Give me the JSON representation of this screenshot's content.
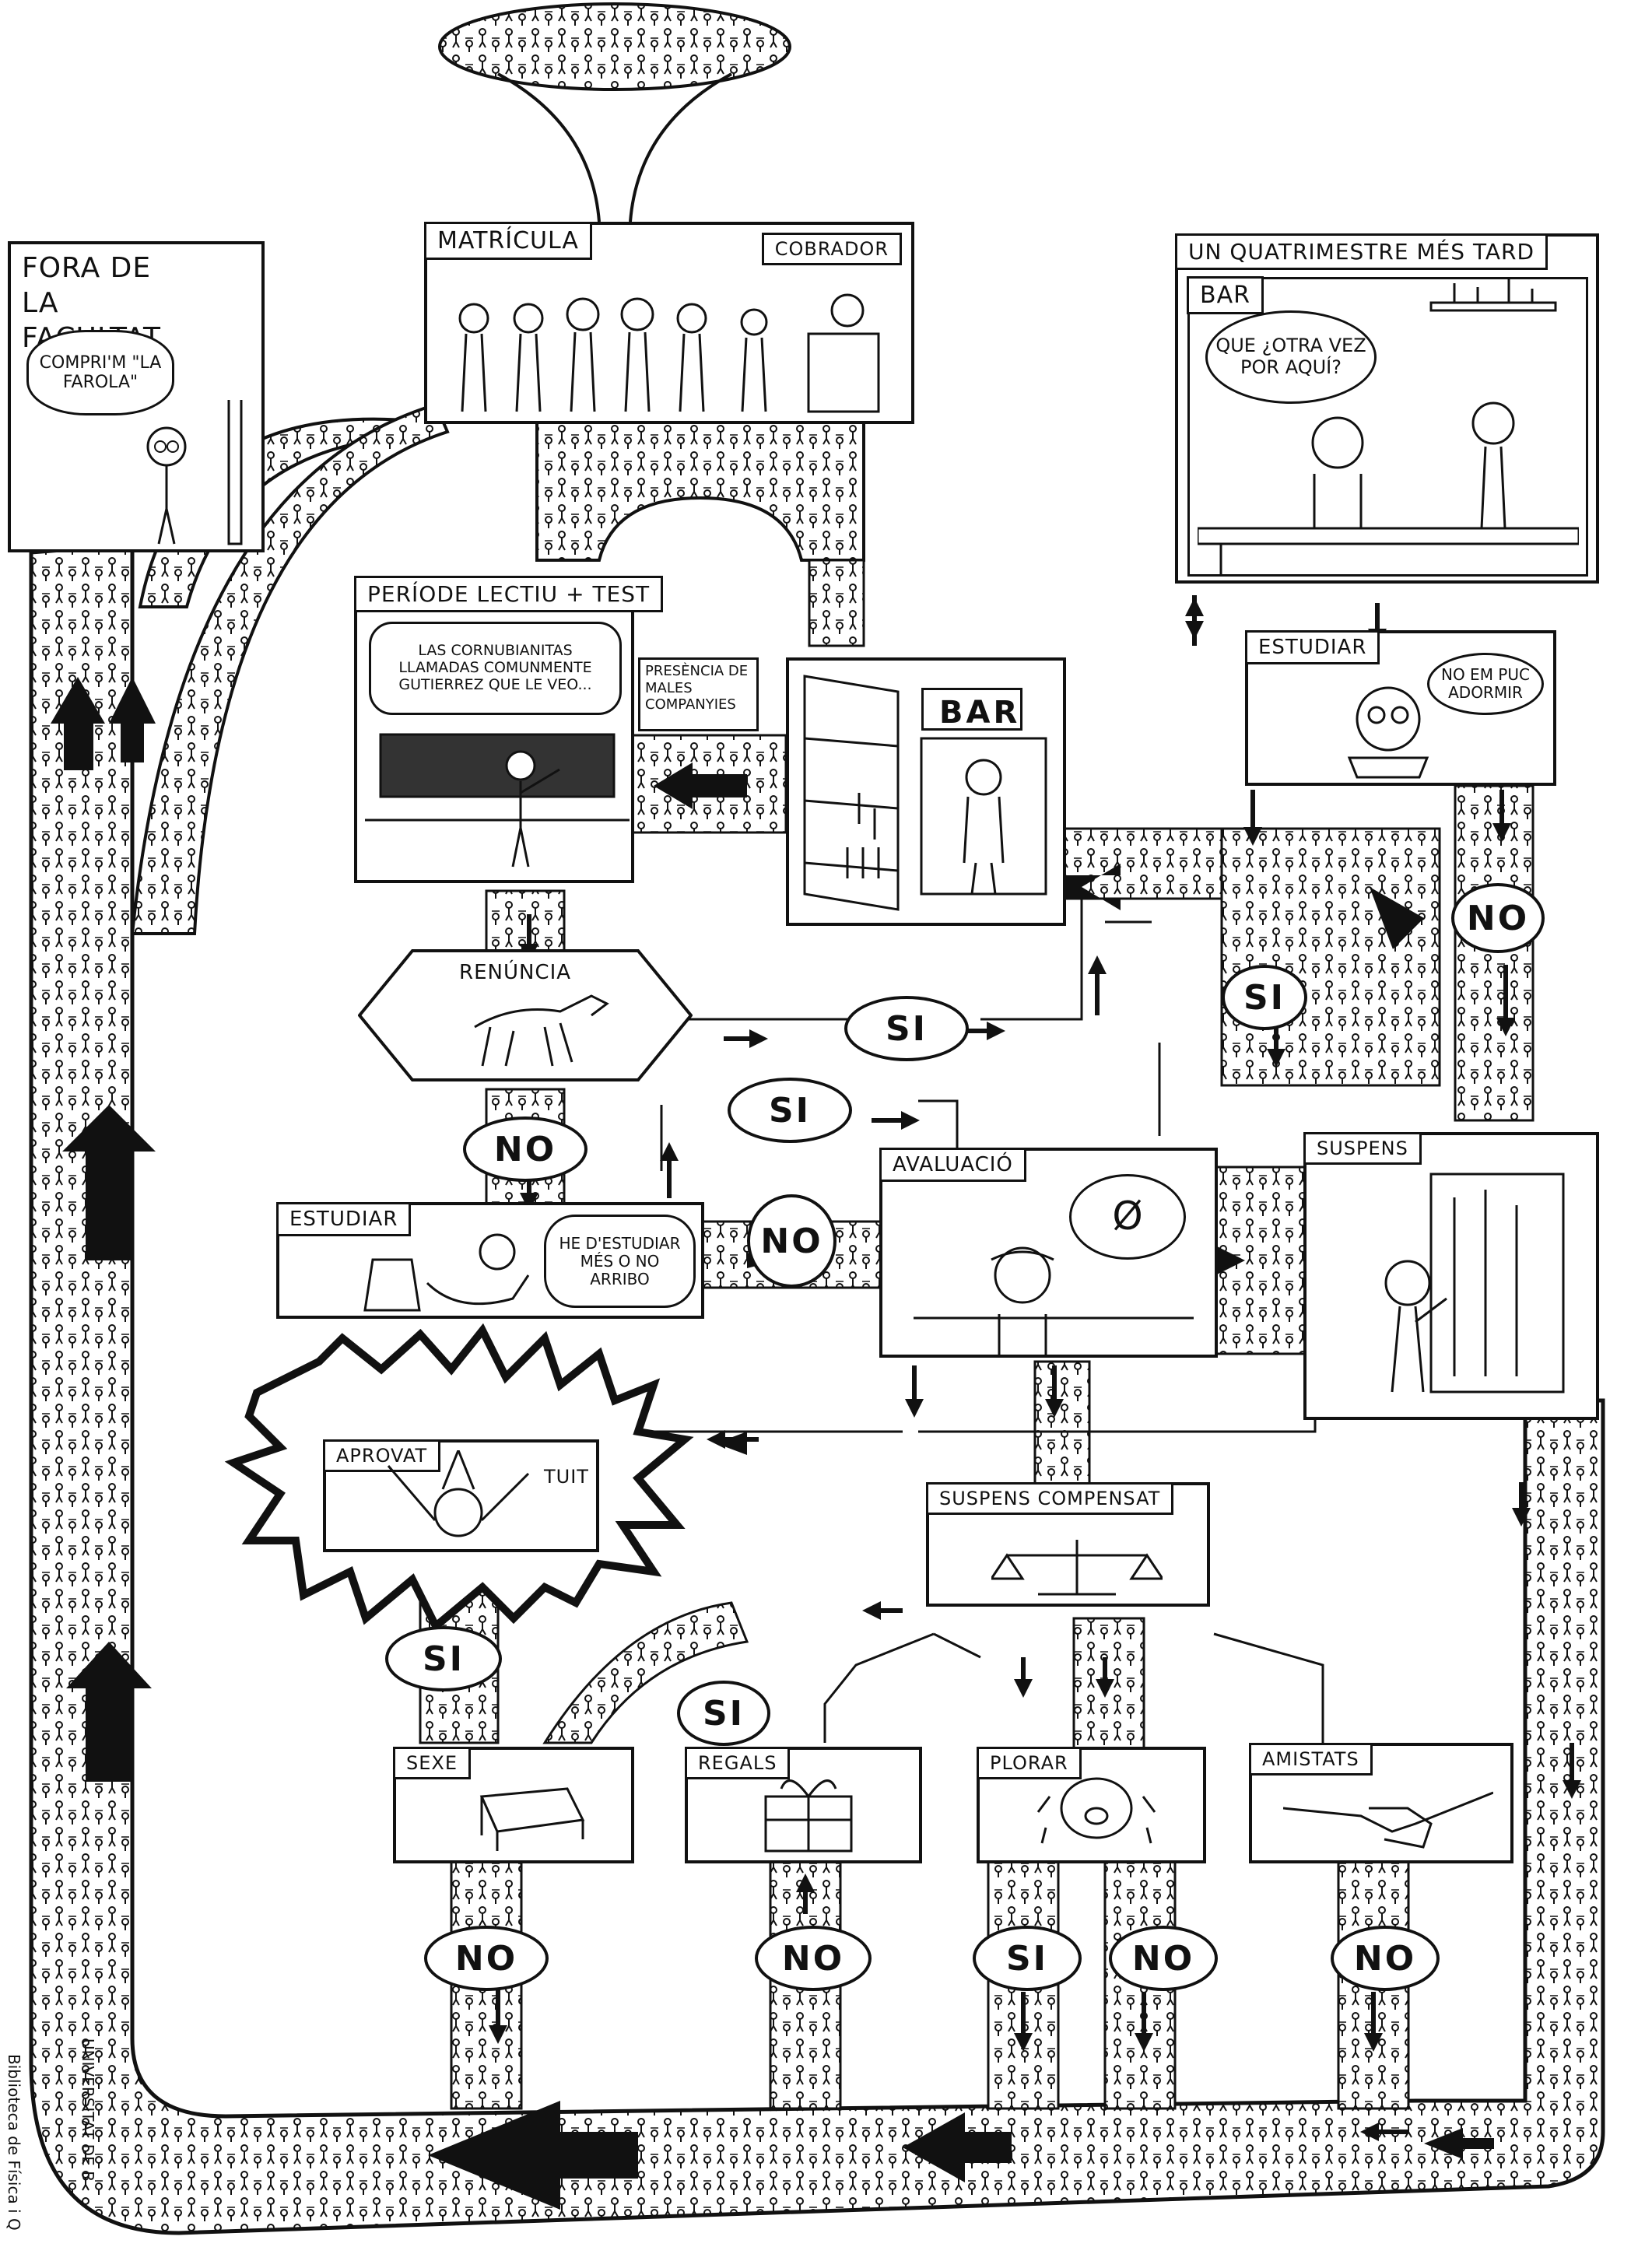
{
  "panels": {
    "fora": {
      "title": "FORA DE LA FACULTAT",
      "speech": "COMPRI'M \"LA FAROLA\""
    },
    "matricula": {
      "title": "MATRÍCULA",
      "cashier": "COBRADOR"
    },
    "un_quatri": {
      "title": "UN QUATRIMESTRE MÉS TARD",
      "subtitle": "BAR",
      "speech": "QUE ¿OTRA VEZ POR AQUÍ?"
    },
    "periode": {
      "title": "PERÍODE LECTIU + TEST",
      "speech": "LAS CORNUBIANITAS LLAMADAS COMUNMENTE GUTIERREZ QUE LE VEO..."
    },
    "presencia": {
      "sign": "PRESÈNCIA DE MALES COMPANYIES"
    },
    "bar": {
      "sign": "BAR"
    },
    "estudiar_top": {
      "title": "ESTUDIAR",
      "speech": "NO EM PUC ADORMIR"
    },
    "renuncia": {
      "title": "RENÚNCIA"
    },
    "estudiar_mid": {
      "title": "ESTUDIAR",
      "speech": "HE D'ESTUDIAR MÉS O NO ARRIBO"
    },
    "avaluacio": {
      "title": "AVALUACIÓ",
      "thought": "Ø"
    },
    "suspens": {
      "title": "SUSPENS"
    },
    "aprovat": {
      "title": "APROVAT",
      "sound": "TUIT"
    },
    "suspens_comp": {
      "title": "SUSPENS COMPENSAT"
    },
    "sexe": {
      "title": "SEXE"
    },
    "regals": {
      "title": "REGALS"
    },
    "plorar": {
      "title": "PLORAR"
    },
    "amistats": {
      "title": "AMISTATS"
    }
  },
  "decisions": {
    "si_renuncia": "SI",
    "no_renuncia": "NO",
    "si_estudiar": "SI",
    "no_estudiar": "NO",
    "si_bar": "SI",
    "no_right": "NO",
    "si_aprovat": "SI",
    "si_regals": "SI",
    "no_sexe": "NO",
    "no_regals": "NO",
    "si_plorar": "SI",
    "no_plorar": "NO",
    "no_amistats": "NO"
  },
  "margin_text": {
    "library": "Biblioteca de Física i Q",
    "univ": "UNIVERSITAT DE B"
  }
}
